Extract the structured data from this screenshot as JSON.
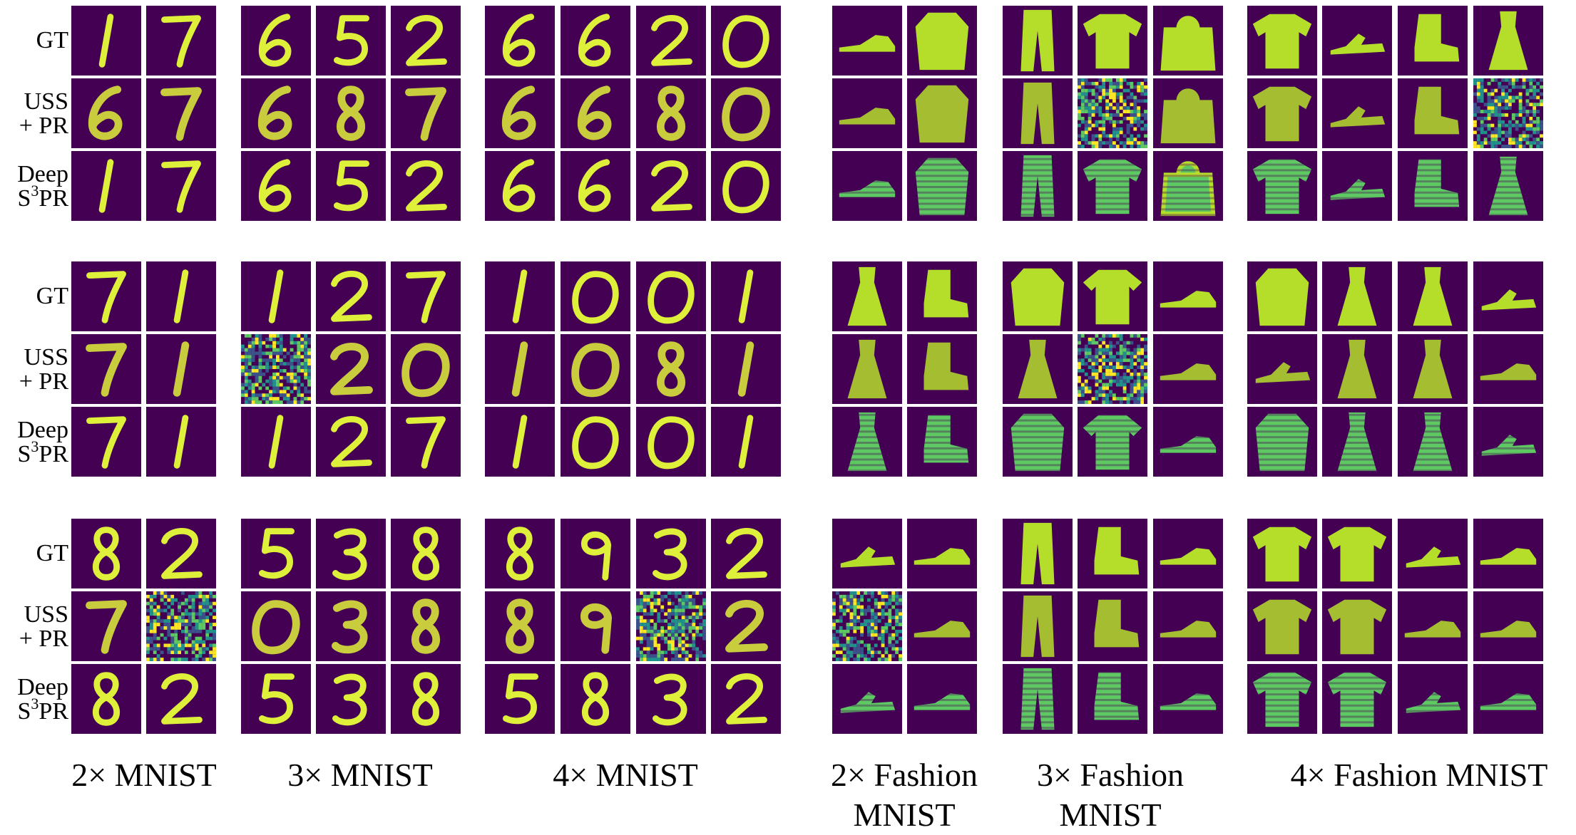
{
  "colors": {
    "background": "#440154",
    "stroke": "#dff03a",
    "noise": [
      "#440154",
      "#3b528b",
      "#21918c",
      "#5ec962",
      "#fde725"
    ]
  },
  "row_labels": {
    "gt": "GT",
    "uss_a": "USS",
    "uss_b": "+ PR",
    "deep_a": "Deep",
    "deep_b_prefix": "S",
    "deep_b_sup": "3",
    "deep_b_suffix": "PR"
  },
  "captions": [
    {
      "line1": "2× MNIST",
      "line2": ""
    },
    {
      "line1": "3× MNIST",
      "line2": ""
    },
    {
      "line1": "4× MNIST",
      "line2": ""
    },
    {
      "line1": "2× Fashion",
      "line2": "MNIST"
    },
    {
      "line1": "3× Fashion",
      "line2": "MNIST"
    },
    {
      "line1": "4× Fashion MNIST",
      "line2": ""
    }
  ],
  "groups": [
    {
      "columns": [
        [
          "1",
          "7",
          "6",
          "5",
          "2",
          "6",
          "6",
          "2",
          "0",
          "shoe",
          "coat",
          "pants",
          "tshirt",
          "bag",
          "tshirt",
          "sandal",
          "boot",
          "dress"
        ],
        [
          "6",
          "7",
          "6",
          "8",
          "7",
          "6",
          "6",
          "8",
          "0",
          "shoe",
          "coat",
          "pants",
          "noise",
          "bag",
          "tshirt",
          "sandal",
          "boot",
          "noise"
        ],
        [
          "1",
          "7",
          "6",
          "5",
          "2",
          "6",
          "6",
          "2",
          "0",
          "shoe",
          "coat",
          "pants",
          "tshirt",
          "bag",
          "tshirt",
          "sandal",
          "boot",
          "dress"
        ]
      ]
    },
    {
      "columns": [
        [
          "7",
          "1",
          "1",
          "2",
          "7",
          "1",
          "0",
          "0",
          "1",
          "dress",
          "boot",
          "coat",
          "shirt",
          "shoe",
          "coat",
          "dress",
          "dress",
          "sandal"
        ],
        [
          "7",
          "1",
          "noise",
          "2",
          "0",
          "1",
          "0",
          "8",
          "1",
          "dress",
          "boot",
          "dress",
          "noise",
          "shoe",
          "sandal",
          "dress",
          "dress",
          "shoe"
        ],
        [
          "7",
          "1",
          "1",
          "2",
          "7",
          "1",
          "0",
          "0",
          "1",
          "dress",
          "boot",
          "coat",
          "shirt",
          "shoe",
          "coat",
          "dress",
          "dress",
          "sandal"
        ]
      ]
    },
    {
      "columns": [
        [
          "8",
          "2",
          "5",
          "3",
          "8",
          "8",
          "9",
          "3",
          "2",
          "sandal",
          "shoe",
          "pants",
          "boot",
          "shoe",
          "tshirt",
          "tshirt",
          "sandal",
          "shoe"
        ],
        [
          "7",
          "noise",
          "0",
          "3",
          "8",
          "8",
          "9",
          "noise",
          "2",
          "noise",
          "shoe",
          "pants",
          "boot",
          "shoe",
          "tshirt",
          "tshirt",
          "shoe",
          "shoe"
        ],
        [
          "8",
          "2",
          "5",
          "3",
          "8",
          "5",
          "8",
          "3",
          "2",
          "sandal",
          "shoe",
          "pants",
          "boot",
          "shoe",
          "tshirt",
          "tshirt",
          "sandal",
          "shoe"
        ]
      ]
    }
  ]
}
